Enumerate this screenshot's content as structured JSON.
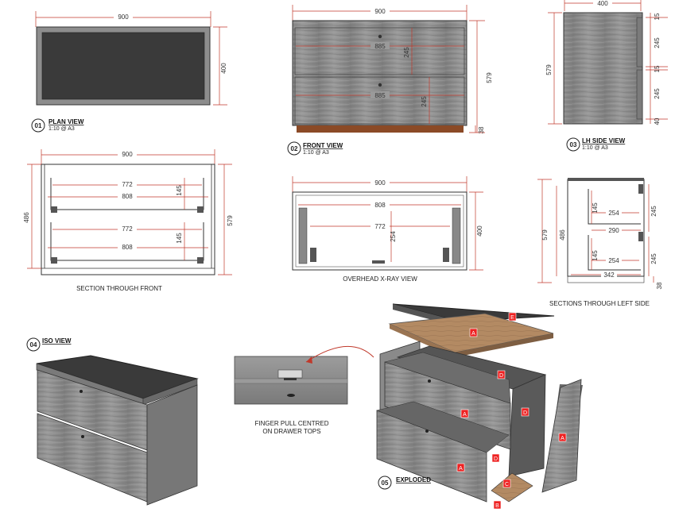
{
  "views": {
    "plan": {
      "num": "01",
      "title": "PLAN VIEW",
      "scale": "1:10 @ A3",
      "width": "900",
      "depth": "400"
    },
    "front": {
      "num": "02",
      "title": "FRONT VIEW",
      "scale": "1:10 @ A3",
      "width": "900",
      "drawer_width_1": "885",
      "drawer_width_2": "885",
      "drawer_h_1": "245",
      "drawer_h_2": "245",
      "height": "579",
      "plinth": "38"
    },
    "side": {
      "num": "03",
      "title": "LH SIDE VIEW",
      "scale": "1:10 @ A3",
      "depth": "400",
      "height": "579",
      "d15a": "15",
      "d245a": "245",
      "d15b": "15",
      "d245b": "245",
      "d40": "40"
    },
    "iso": {
      "num": "04",
      "title": "ISO VIEW"
    },
    "exploded": {
      "num": "05",
      "title": "EXPLODED"
    }
  },
  "section_front": {
    "width": "900",
    "inner_1": "772",
    "outer_1": "808",
    "h_1": "145",
    "inner_2": "772",
    "outer_2": "808",
    "h_2": "145",
    "height_inner": "486",
    "height": "579",
    "caption": "SECTION THROUGH FRONT"
  },
  "overhead": {
    "width": "900",
    "inner": "808",
    "drawer": "772",
    "depth_inner": "254",
    "depth": "400",
    "caption": "OVERHEAD X-RAY VIEW"
  },
  "section_side": {
    "height": "579",
    "height_inner": "486",
    "d145a": "145",
    "d254a": "254",
    "d245a": "245",
    "d290": "290",
    "d145b": "145",
    "d254b": "254",
    "d245b": "245",
    "d342": "342",
    "d38": "38",
    "caption": "SECTIONS THROUGH LEFT SIDE"
  },
  "finger_pull": {
    "caption_1": "FINGER PULL CENTRED",
    "caption_2": "ON DRAWER TOPS"
  },
  "part_tags": {
    "A": "A",
    "B": "B",
    "C": "C",
    "D": "D",
    "E": "E"
  },
  "colors": {
    "dimension": "#c0392b",
    "tag": "#e22222",
    "laminate_top": "#3a3a3a",
    "birch_edge": "#b5896a"
  }
}
